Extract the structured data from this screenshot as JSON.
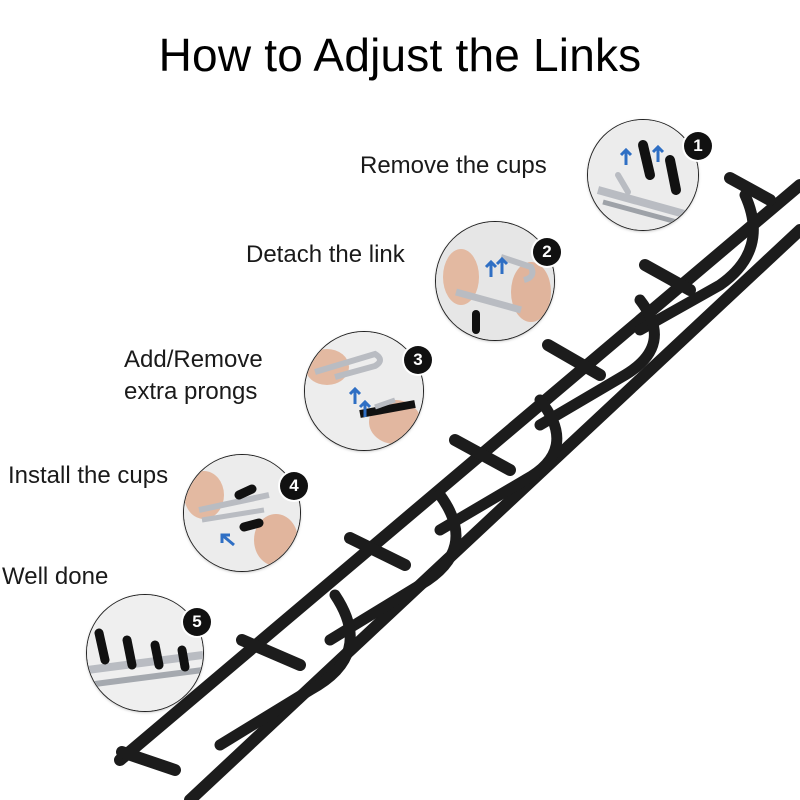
{
  "title": "How to Adjust the Links",
  "steps": [
    {
      "number": "1",
      "label": "Remove the cups"
    },
    {
      "number": "2",
      "label": "Detach the link"
    },
    {
      "number": "3",
      "label_line1": "Add/Remove",
      "label_line2": "extra prongs"
    },
    {
      "number": "4",
      "label": "Install the cups"
    },
    {
      "number": "5",
      "label": "Well done"
    }
  ],
  "colors": {
    "chain": "#1c1c1c",
    "badge": "#111111",
    "arrow": "#2f6fc4",
    "metal": "#b9bcc2"
  }
}
